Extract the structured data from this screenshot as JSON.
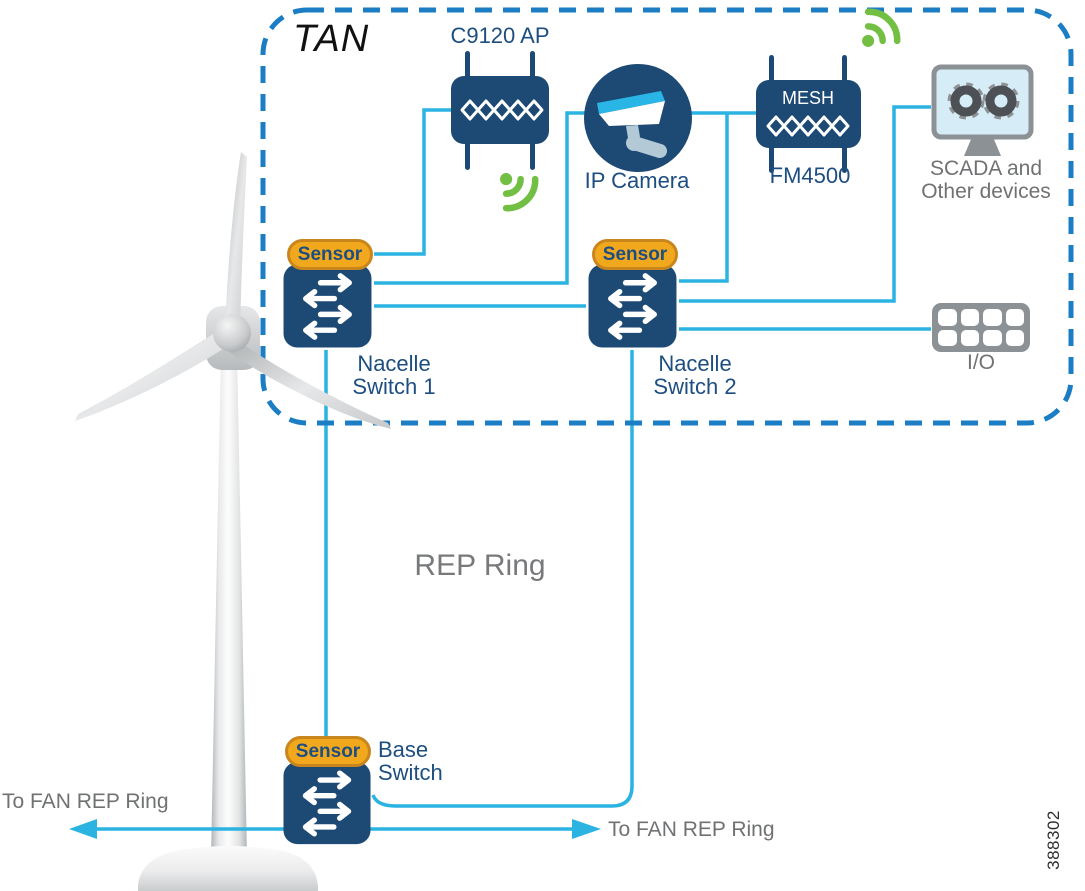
{
  "diagram": {
    "tan": "TAN",
    "rep_ring": "REP Ring",
    "figure_number": "388302"
  },
  "arrows": {
    "left_label": "To FAN REP Ring",
    "right_label": "To FAN REP Ring"
  },
  "devices": {
    "ap": {
      "label": "C9120 AP"
    },
    "camera": {
      "label": "IP Camera"
    },
    "mesh": {
      "panel_text": "MESH",
      "label": "FM4500"
    },
    "scada": {
      "label_line1": "SCADA and",
      "label_line2": "Other devices"
    },
    "io": {
      "label": "I/O"
    },
    "switch1": {
      "badge": "Sensor",
      "label_line1": "Nacelle",
      "label_line2": "Switch 1"
    },
    "switch2": {
      "badge": "Sensor",
      "label_line1": "Nacelle",
      "label_line2": "Switch 2"
    },
    "base_switch": {
      "badge": "Sensor",
      "label_line1": "Base",
      "label_line2": "Switch"
    }
  },
  "colors": {
    "navy": "#1d4a74",
    "navy_text": "#1d4e80",
    "cyan_line": "#2bb3e2",
    "dashed_border": "#1b7ec5",
    "sensor_fill": "#f2a81d",
    "sensor_border": "#c9861c",
    "green_wifi": "#72bf44",
    "gray_icon": "#8b9194",
    "gray_text": "#6f7173",
    "screen_fill": "#d6ecf7"
  }
}
